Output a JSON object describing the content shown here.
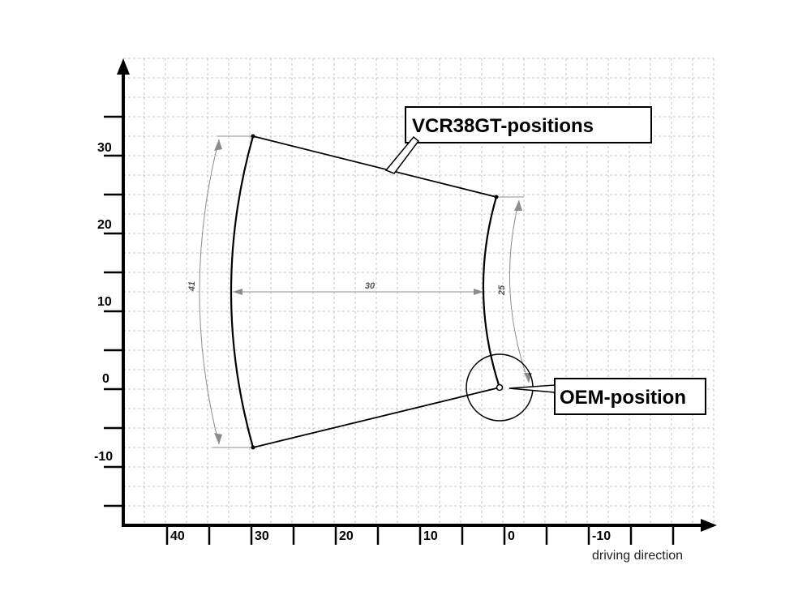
{
  "x_axis": {
    "tick_labels": [
      "40",
      "30",
      "20",
      "10",
      "0",
      "-10"
    ],
    "caption": "driving direction"
  },
  "y_axis": {
    "tick_labels": [
      "30",
      "20",
      "10",
      "0",
      "-10"
    ]
  },
  "callouts": {
    "vcr": "VCR38GT-positions",
    "oem": "OEM-position"
  },
  "dimensions": {
    "left_arc": "41",
    "width": "30",
    "right_arc": "25"
  },
  "colors": {
    "grid": "#b4b4b4",
    "axis": "#000000",
    "dimension": "#8c8c8c"
  }
}
